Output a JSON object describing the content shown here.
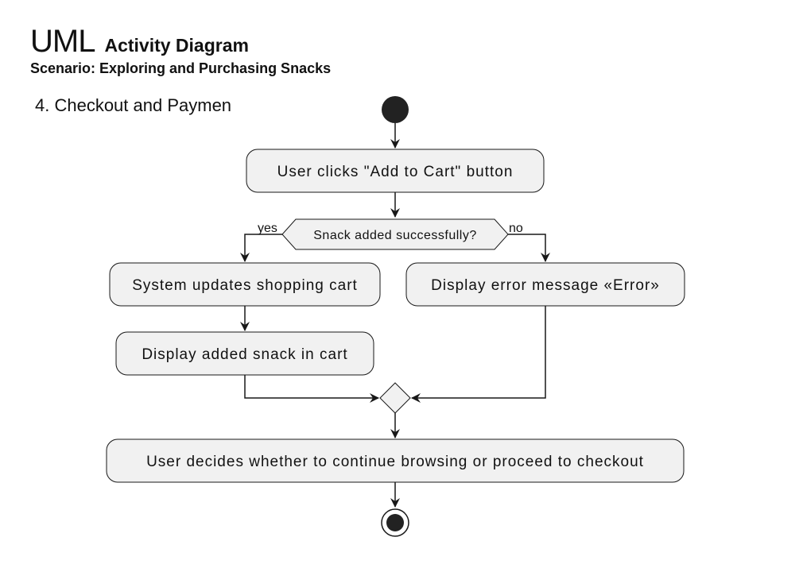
{
  "header": {
    "uml": "UML",
    "title": "Activity Diagram",
    "scenario": "Scenario: Exploring and Purchasing Snacks"
  },
  "section_label": "4. Checkout and Paymen",
  "diagram": {
    "action_add_to_cart": "User clicks \"Add to Cart\" button",
    "decision": "Snack added successfully?",
    "yes_label": "yes",
    "no_label": "no",
    "action_update_cart": "System updates shopping cart",
    "action_display_error": "Display error message «Error»",
    "action_display_added": "Display added snack in cart",
    "action_user_decides": "User decides whether to continue browsing or proceed to checkout"
  },
  "colors": {
    "node_fill": "#f1f1f1",
    "stroke": "#181818",
    "background": "#ffffff"
  }
}
